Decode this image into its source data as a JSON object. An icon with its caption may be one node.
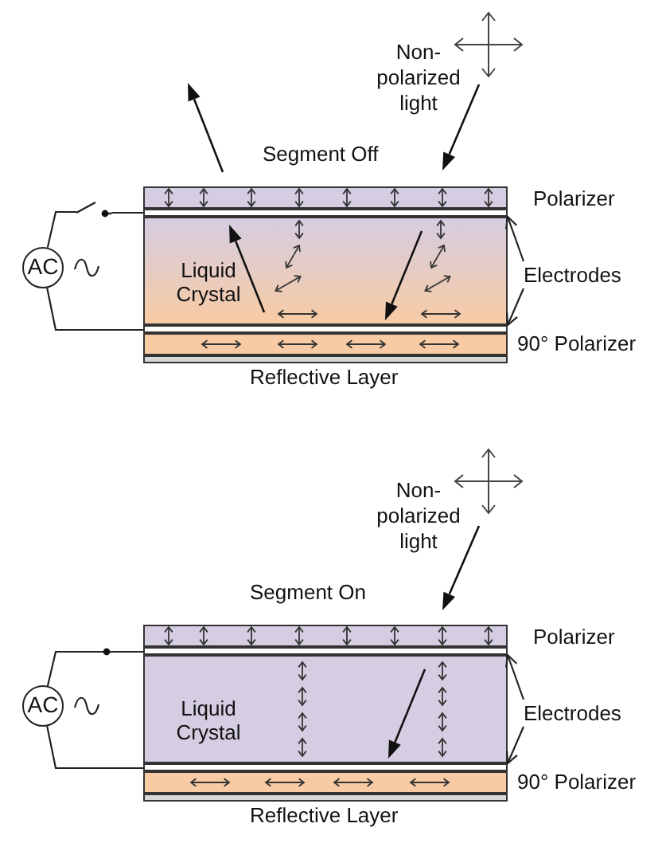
{
  "diagram": {
    "nodes": [
      {
        "text": [],
        "shape": "bar",
        "beside": [
          "Polarizer"
        ]
      },
      {
        "text": [],
        "shape": "bar"
      },
      {
        "text": [
          "Liquid Crystal"
        ]
      },
      {
        "text": [],
        "shape": "bar"
      },
      {
        "text": [],
        "shape": "bar",
        "beside": [
          "90° Polarizer"
        ]
      },
      {
        "text": [],
        "shape": "bar",
        "beside": [
          "Reflective Layer"
        ]
      },
      {
        "text": [
          "Electrodes"
        ]
      },
      {
        "text": [
          "AC"
        ]
      },
      {
        "text": [],
        "shape": "switch"
      },
      {
        "text": [],
        "shape": "bar",
        "beside": [
          "Polarizer"
        ]
      },
      {
        "text": [],
        "shape": "bar"
      },
      {
        "text": [
          "Liquid Crystal"
        ]
      },
      {
        "text": [],
        "shape": "bar"
      },
      {
        "text": [],
        "shape": "bar",
        "beside": [
          "90° Polarizer"
        ]
      },
      {
        "text": [],
        "shape": "bar",
        "beside": [
          "Reflective Layer"
        ]
      },
      {
        "text": [
          "Electrodes"
        ]
      },
      {
        "text": [
          "AC"
        ]
      }
    ],
    "edges": [
      {
        "from": 6,
        "to": 1,
        "arrow": "to"
      },
      {
        "from": 6,
        "to": 3,
        "arrow": "to"
      },
      {
        "from": 7,
        "to": 8,
        "arrow": "none"
      },
      {
        "from": 8,
        "to": 1,
        "arrow": "none"
      },
      {
        "from": 7,
        "to": 3,
        "arrow": "none"
      },
      {
        "from": 15,
        "to": 10,
        "arrow": "to"
      },
      {
        "from": 15,
        "to": 12,
        "arrow": "to"
      },
      {
        "from": 16,
        "to": 10,
        "arrow": "none"
      },
      {
        "from": 16,
        "to": 12,
        "arrow": "none"
      }
    ],
    "labels": [
      "Non-polarized light",
      "Segment Off",
      "Non-polarized light",
      "Segment On"
    ]
  }
}
